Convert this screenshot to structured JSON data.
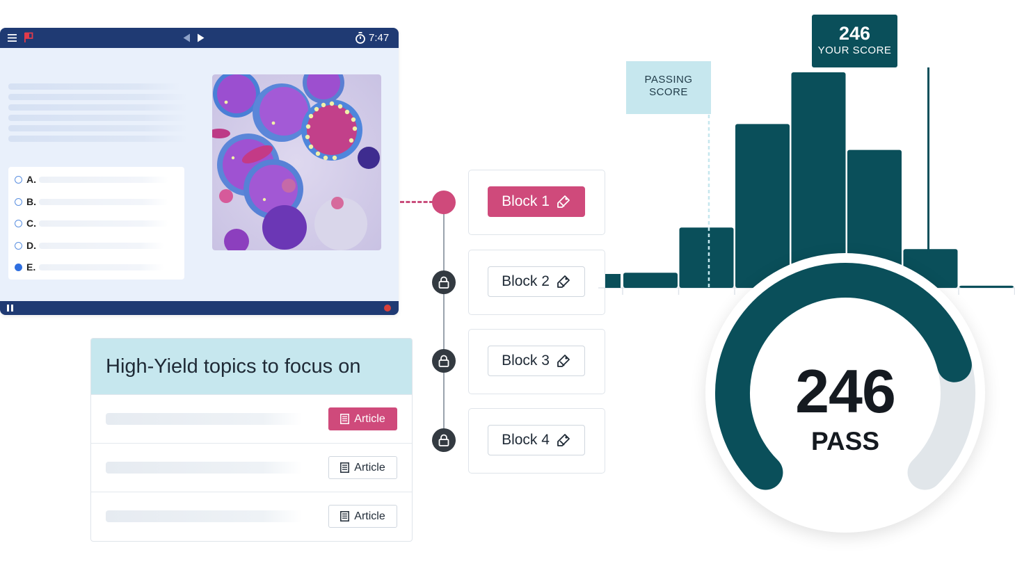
{
  "exam_window": {
    "timer": "7:47",
    "options": [
      {
        "label": "A.",
        "selected": false
      },
      {
        "label": "B.",
        "selected": false
      },
      {
        "label": "C.",
        "selected": false
      },
      {
        "label": "D.",
        "selected": false
      },
      {
        "label": "E.",
        "selected": true
      }
    ],
    "colors": {
      "bar": "#1f3a73",
      "panel": "#e9f0fb",
      "flag": "#e23b4a",
      "record": "#d9403a"
    },
    "icons": [
      "menu-icon",
      "flag-icon",
      "prev-arrow-icon",
      "next-arrow-icon",
      "stopwatch-icon",
      "pause-icon"
    ]
  },
  "high_yield": {
    "title": "High-Yield topics to focus on",
    "rows": [
      {
        "button_label": "Article",
        "active": true
      },
      {
        "button_label": "Article",
        "active": false
      },
      {
        "button_label": "Article",
        "active": false
      }
    ]
  },
  "blocks": {
    "items": [
      {
        "label": "Block 1",
        "active": true,
        "locked": false
      },
      {
        "label": "Block 2",
        "active": false,
        "locked": true
      },
      {
        "label": "Block 3",
        "active": false,
        "locked": true
      },
      {
        "label": "Block 4",
        "active": false,
        "locked": true
      }
    ],
    "colors": {
      "accent": "#cf4a7b",
      "lock": "#333a41"
    }
  },
  "chart_data": {
    "type": "bar",
    "passing_label": "PASSING SCORE",
    "your_score_value": "246",
    "your_score_label": "YOUR SCORE",
    "relative_frequencies": [
      0.07,
      0.28,
      0.76,
      1.0,
      0.64,
      0.18,
      0.01
    ],
    "passing_position": 0.22,
    "your_score_position": 0.78,
    "colors": {
      "bar": "#0a4f5a",
      "passing": "#c6e7ee"
    }
  },
  "gauge": {
    "score": "246",
    "result": "PASS",
    "fill_fraction": 0.78,
    "colors": {
      "fill": "#0a4f5a",
      "track": "#e1e6ea"
    }
  }
}
